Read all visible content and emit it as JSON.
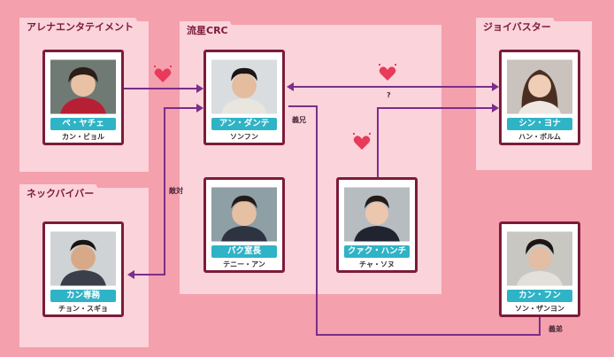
{
  "groups": {
    "arena": "アレナエンタテイメント",
    "ryusei": "流星CRC",
    "joy": "ジョイバスター",
    "neck": "ネックバイバー"
  },
  "characters": {
    "bae": {
      "role": "ペ・ヤチェ",
      "actor": "カン・ビョル"
    },
    "ahn": {
      "role": "アン・ダンテ",
      "actor": "ソンフン"
    },
    "shin": {
      "role": "シン・ヨナ",
      "actor": "ハン・ボルム"
    },
    "park": {
      "role": "パク室長",
      "actor": "テニー・アン"
    },
    "kwak": {
      "role": "クァク・ハンチョル",
      "actor": "チャ・ソヌ"
    },
    "kang": {
      "role": "カン専務",
      "actor": "チョン・スギョ"
    },
    "kangf": {
      "role": "カン・フン",
      "actor": "ソン・ザンヨン"
    }
  },
  "relations": {
    "q": "?",
    "brother": "義兄",
    "enemy": "敵対",
    "brotherinlaw": "義弟"
  },
  "colors": {
    "background": "#f4a0ad",
    "panel": "#fbd3da",
    "frame": "#7d1b3a",
    "nameplate": "#2fb3c6",
    "line": "#7b2e8a",
    "heart": "#e83a5a"
  }
}
